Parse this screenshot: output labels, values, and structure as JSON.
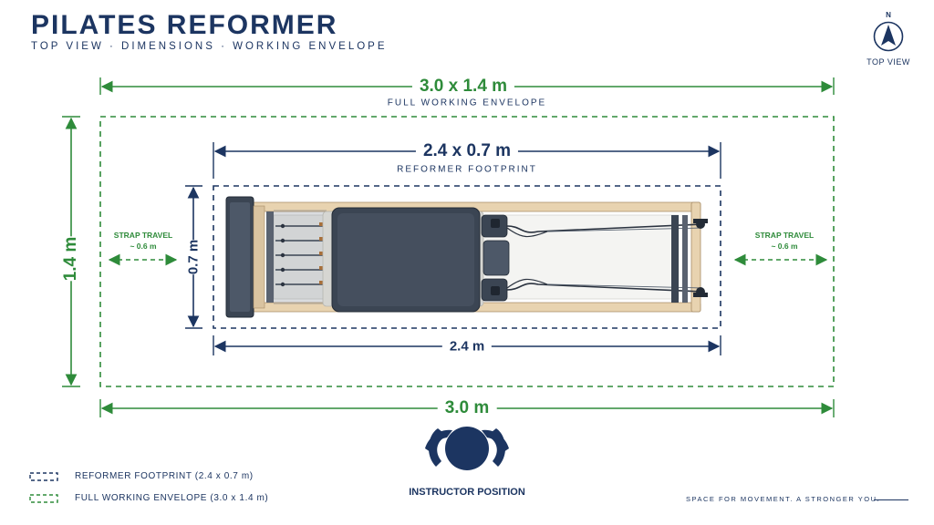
{
  "header": {
    "title": "PILATES REFORMER",
    "subtitle": "TOP VIEW · DIMENSIONS · WORKING ENVELOPE"
  },
  "compass": {
    "north_label": "N",
    "view_label": "TOP VIEW",
    "icon": "compass-north-arrow-icon"
  },
  "envelope": {
    "dimension_label": "3.0 x 1.4 m",
    "caption": "FULL WORKING ENVELOPE",
    "width_label": "3.0 m",
    "height_label": "1.4 m",
    "color": "#2e8b3a"
  },
  "footprint": {
    "dimension_label": "2.4 x 0.7 m",
    "caption": "REFORMER FOOTPRINT",
    "width_label": "2.4 m",
    "height_label": "0.7 m",
    "color": "#1c3561"
  },
  "strap_travel": {
    "left": {
      "title": "STRAP TRAVEL",
      "value": "~ 0.6 m"
    },
    "right": {
      "title": "STRAP TRAVEL",
      "value": "~ 0.6 m"
    }
  },
  "instructor": {
    "label": "INSTRUCTOR POSITION",
    "icon": "instructor-person-icon"
  },
  "legend": {
    "items": [
      {
        "label": "REFORMER FOOTPRINT (2.4 x 0.7 m)",
        "color": "#1c3561",
        "style": "dashed"
      },
      {
        "label": "FULL WORKING ENVELOPE (3.0 x 1.4 m)",
        "color": "#2e8b3a",
        "style": "dashed"
      }
    ]
  },
  "footer": {
    "tagline": "SPACE FOR MOVEMENT. A STRONGER YOU."
  }
}
